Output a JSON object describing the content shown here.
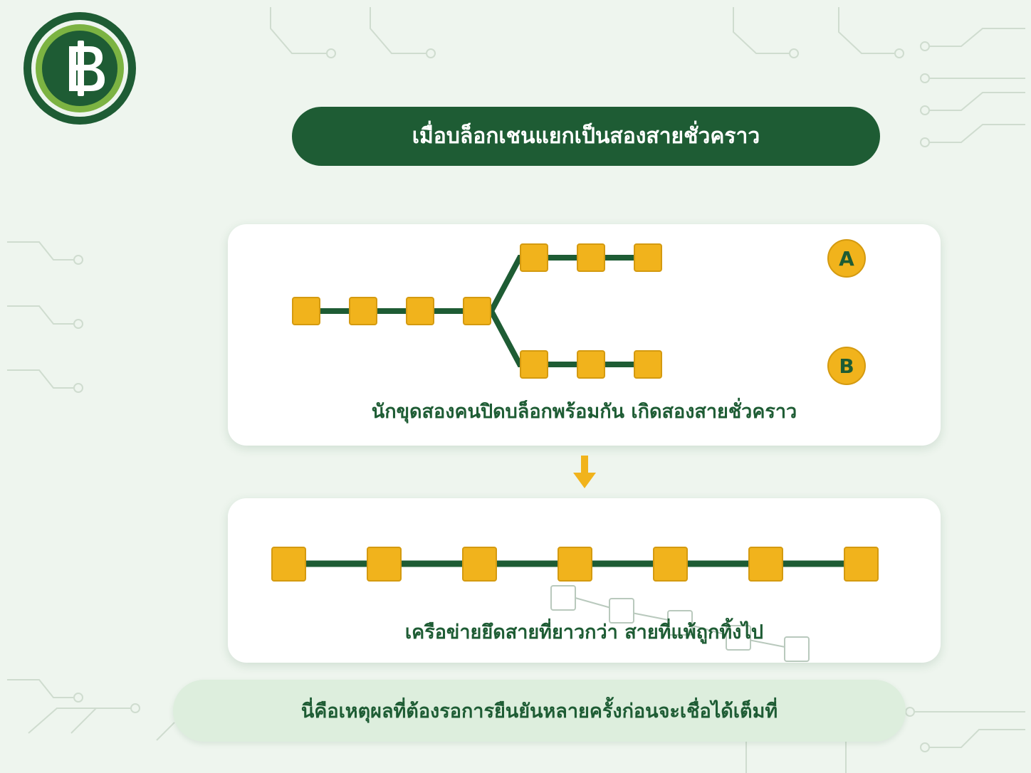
{
  "logo": {
    "icon": "thai-baht-icon",
    "colors": {
      "outer": "#1e5c34",
      "ring": "#7cb342",
      "symbol": "#ffffff"
    }
  },
  "header": {
    "title": "เมื่อบล็อกเชนแยกเป็นสองสายชั่วคราว"
  },
  "fork_panel": {
    "caption": "นักขุดสองคนปิดบล็อกพร้อมกัน เกิดสองสายชั่วคราว",
    "chain_a_label": "A",
    "chain_b_label": "B",
    "shared_blocks": 4,
    "branch_a_blocks": 3,
    "branch_b_blocks": 3
  },
  "merge_panel": {
    "caption": "เครือข่ายยึดสายที่ยาวกว่า สายที่แพ้ถูกทิ้งไป",
    "chain_blocks": 7,
    "discarded_blocks": 5
  },
  "footer": {
    "note": "นี่คือเหตุผลที่ต้องรอการยืนยันหลายครั้งก่อนจะเชื่อได้เต็มที่"
  },
  "colors": {
    "primary": "#1e5c34",
    "block": "#f1b31c",
    "block_border": "#d49a10",
    "background": "#eef5ee",
    "footer_bg": "#ddeedd"
  }
}
